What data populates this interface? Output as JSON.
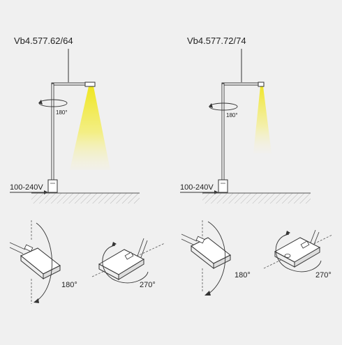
{
  "colors": {
    "background": "#f0f0f0",
    "line": "#333333",
    "light": "#f2ec2a",
    "ground_hatch": "#bbbbbb"
  },
  "left": {
    "model": "Vb4.577.62/64",
    "rotation_pole": "180°",
    "voltage": "100-240V",
    "rotation_head_a": "180°",
    "rotation_head_b": "270°"
  },
  "right": {
    "model": "Vb4.577.72/74",
    "rotation_pole": "180°",
    "voltage": "100-240V",
    "rotation_head_a": "180°",
    "rotation_head_b": "270°"
  }
}
